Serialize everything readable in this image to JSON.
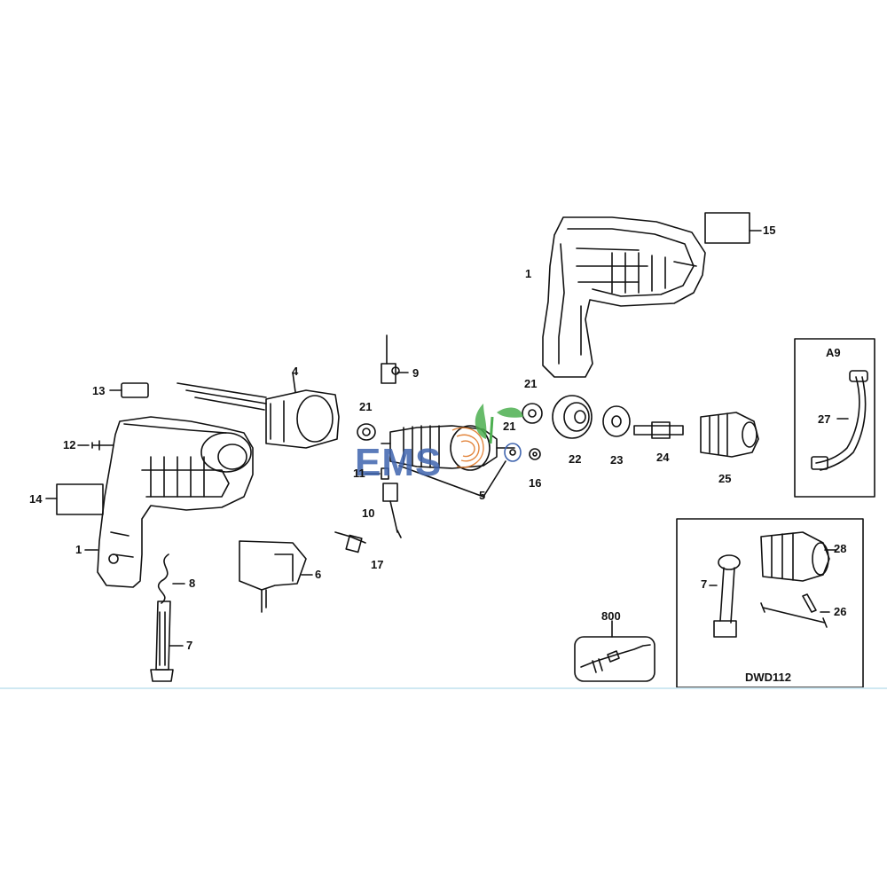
{
  "callouts": {
    "c1a": "1",
    "c1b": "1",
    "c4": "4",
    "c5": "5",
    "c6": "6",
    "c7a": "7",
    "c7b": "7",
    "c8": "8",
    "c9": "9",
    "c10": "10",
    "c11": "11",
    "c12": "12",
    "c13": "13",
    "c14": "14",
    "c15": "15",
    "c16": "16",
    "c17": "17",
    "c21a": "21",
    "c21b": "21",
    "c21c": "21",
    "c22": "22",
    "c23": "23",
    "c24": "24",
    "c25": "25",
    "c26": "26",
    "c27": "27",
    "c28": "28",
    "c800": "800"
  },
  "boxes": {
    "kit_label": "A9",
    "model_label": "DWD112"
  },
  "watermark": {
    "text": "EMS",
    "leaf_color": "#4caf50",
    "letter_color": "#3f64ae"
  }
}
